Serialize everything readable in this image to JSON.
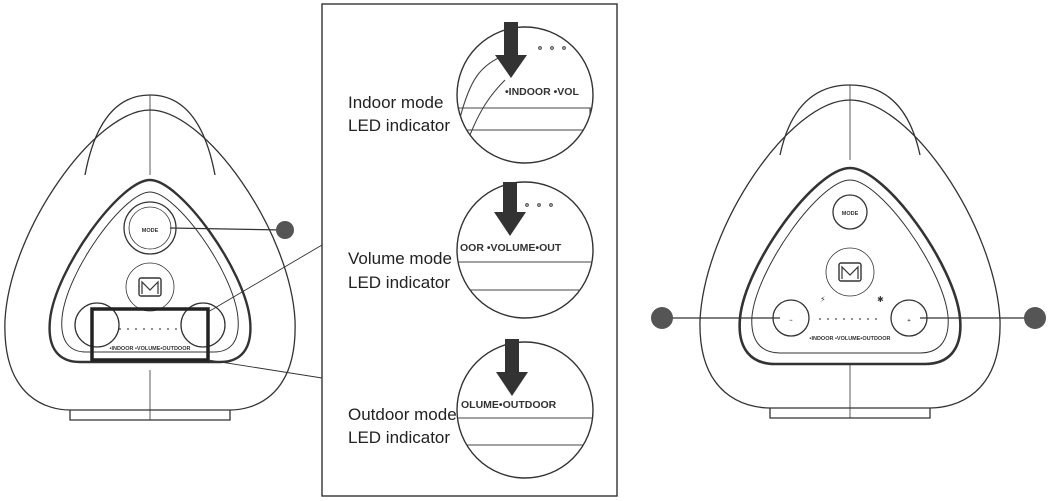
{
  "callouts": [
    {
      "line1": "Indoor mode",
      "line2": "LED indicator",
      "zoom_text": "•INDOOR  •VOL"
    },
    {
      "line1": "Volume mode",
      "line2": "LED indicator",
      "zoom_text": "OOR •VOLUME•OUT"
    },
    {
      "line1": "Outdoor mode",
      "line2": "LED indicator",
      "zoom_text": "OLUME•OUTDOOR"
    }
  ],
  "speaker_left": {
    "mode_label": "MODE",
    "led_strip_label": "•INDOOR  •VOLUME•OUTDOOR"
  },
  "speaker_right": {
    "mode_label": "MODE",
    "minus_label": "−",
    "plus_label": "+",
    "led_strip_label": "•INDOOR  •VOLUME•OUTDOOR"
  },
  "colors": {
    "marker": "#555555",
    "line": "#333333",
    "arrow": "#333333"
  }
}
